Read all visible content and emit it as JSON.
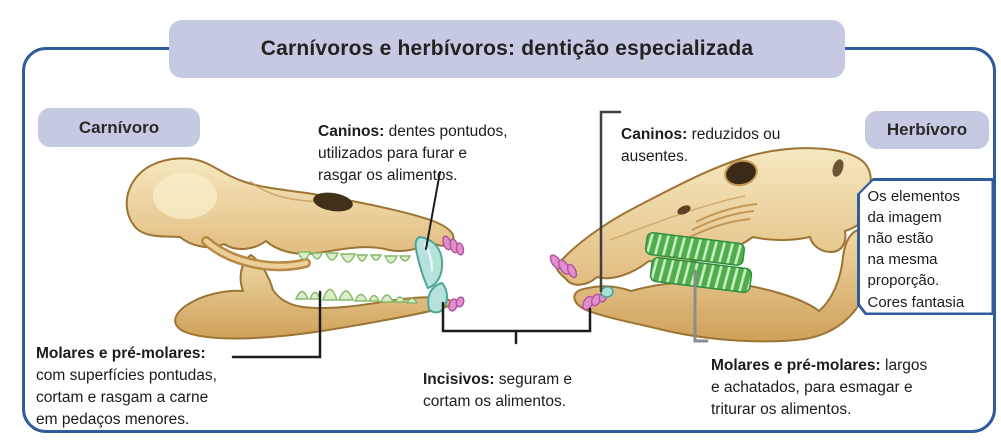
{
  "title": "Carnívoros e herbívoros: dentição especializada",
  "labels": {
    "carnivore": "Carnívoro",
    "herbivore": "Herbívoro"
  },
  "callouts": {
    "carnivore_canines": {
      "bold": "Caninos:",
      "rest": " dentes pontudos,\nutilizados para furar e\nrasgar os alimentos."
    },
    "carnivore_molars": {
      "bold": "Molares e pré-molares:",
      "rest": "\ncom superfícies pontudas,\ncortam e rasgam a carne\nem pedaços menores."
    },
    "incisors": {
      "bold": "Incisivos:",
      "rest": " seguram e\ncortam os alimentos."
    },
    "herbivore_canines": {
      "bold": "Caninos:",
      "rest": " reduzidos ou\nausentes."
    },
    "herbivore_molars": {
      "bold": "Molares e pré-molares:",
      "rest": " largos\ne achatados, para esmagar e\ntriturar os alimentos."
    }
  },
  "note": "Os elementos\nda imagem\nnão estão\nna mesma\nproporção.\nCores fantasia",
  "colors": {
    "frame_border": "#2e5c9c",
    "label_background": "#c5cae2",
    "bone_light": "#f4e4ba",
    "bone_dark": "#d1a75f",
    "carnivore_teeth_green": "#dcedca",
    "herbivore_molar_green": "#4fae4b",
    "canine_teal": "#b5e3db",
    "incisor_pink": "#e18fca",
    "text": "#1c1c1c"
  }
}
